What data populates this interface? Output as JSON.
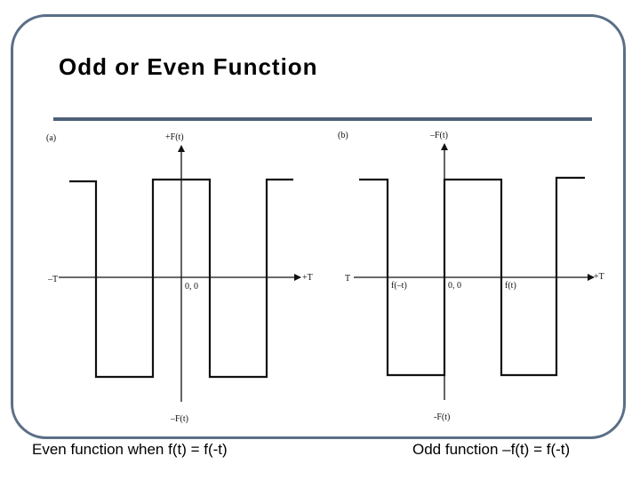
{
  "slide": {
    "title": "Odd or Even Function",
    "caption_left": "Even function when f(t) = f(-t)",
    "caption_right": "Odd function –f(t) = f(-t)",
    "accent_color": "#5b6f86"
  },
  "graph_a": {
    "panel_label": "(a)",
    "y_top_label": "+F(t)",
    "y_bottom_label": "–F(t)",
    "x_left_label": "–T",
    "x_right_label": "+T",
    "origin_label": "0, 0"
  },
  "graph_b": {
    "panel_label": "(b)",
    "y_top_label": "–F(t)",
    "y_bottom_label": "-F(t)",
    "x_left_label": "T",
    "x_right_label": "+T",
    "origin_label": "0, 0",
    "left_mark_label": "f(–t)",
    "right_mark_label": "f(t)"
  }
}
